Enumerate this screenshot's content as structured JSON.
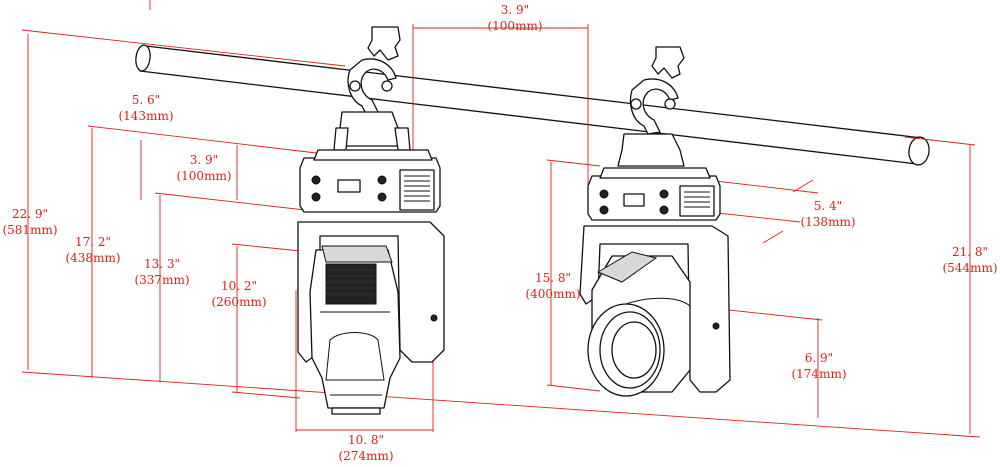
{
  "dimensions": [
    {
      "key": "front_total_height",
      "imperial": "22. 9\"",
      "metric": "(581mm)"
    },
    {
      "key": "front_height_2",
      "imperial": "17. 2\"",
      "metric": "(438mm)"
    },
    {
      "key": "front_height_3",
      "imperial": "13. 3\"",
      "metric": "(337mm)"
    },
    {
      "key": "front_height_4",
      "imperial": "10. 2\"",
      "metric": "(260mm)"
    },
    {
      "key": "base_depth",
      "imperial": "3. 9\"",
      "metric": "(100mm)"
    },
    {
      "key": "base_width",
      "imperial": "5. 6\"",
      "metric": "(143mm)"
    },
    {
      "key": "front_width",
      "imperial": "10. 8\"",
      "metric": "(274mm)"
    },
    {
      "key": "top_offset",
      "imperial": "3. 9\"",
      "metric": "(100mm)"
    },
    {
      "key": "side_base_depth",
      "imperial": "5. 4\"",
      "metric": "(138mm)"
    },
    {
      "key": "side_height",
      "imperial": "15. 8\"",
      "metric": "(400mm)"
    },
    {
      "key": "lens_offset",
      "imperial": "6. 9\"",
      "metric": "(174mm)"
    },
    {
      "key": "side_total_height",
      "imperial": "21. 8\"",
      "metric": "(544mm)"
    }
  ]
}
